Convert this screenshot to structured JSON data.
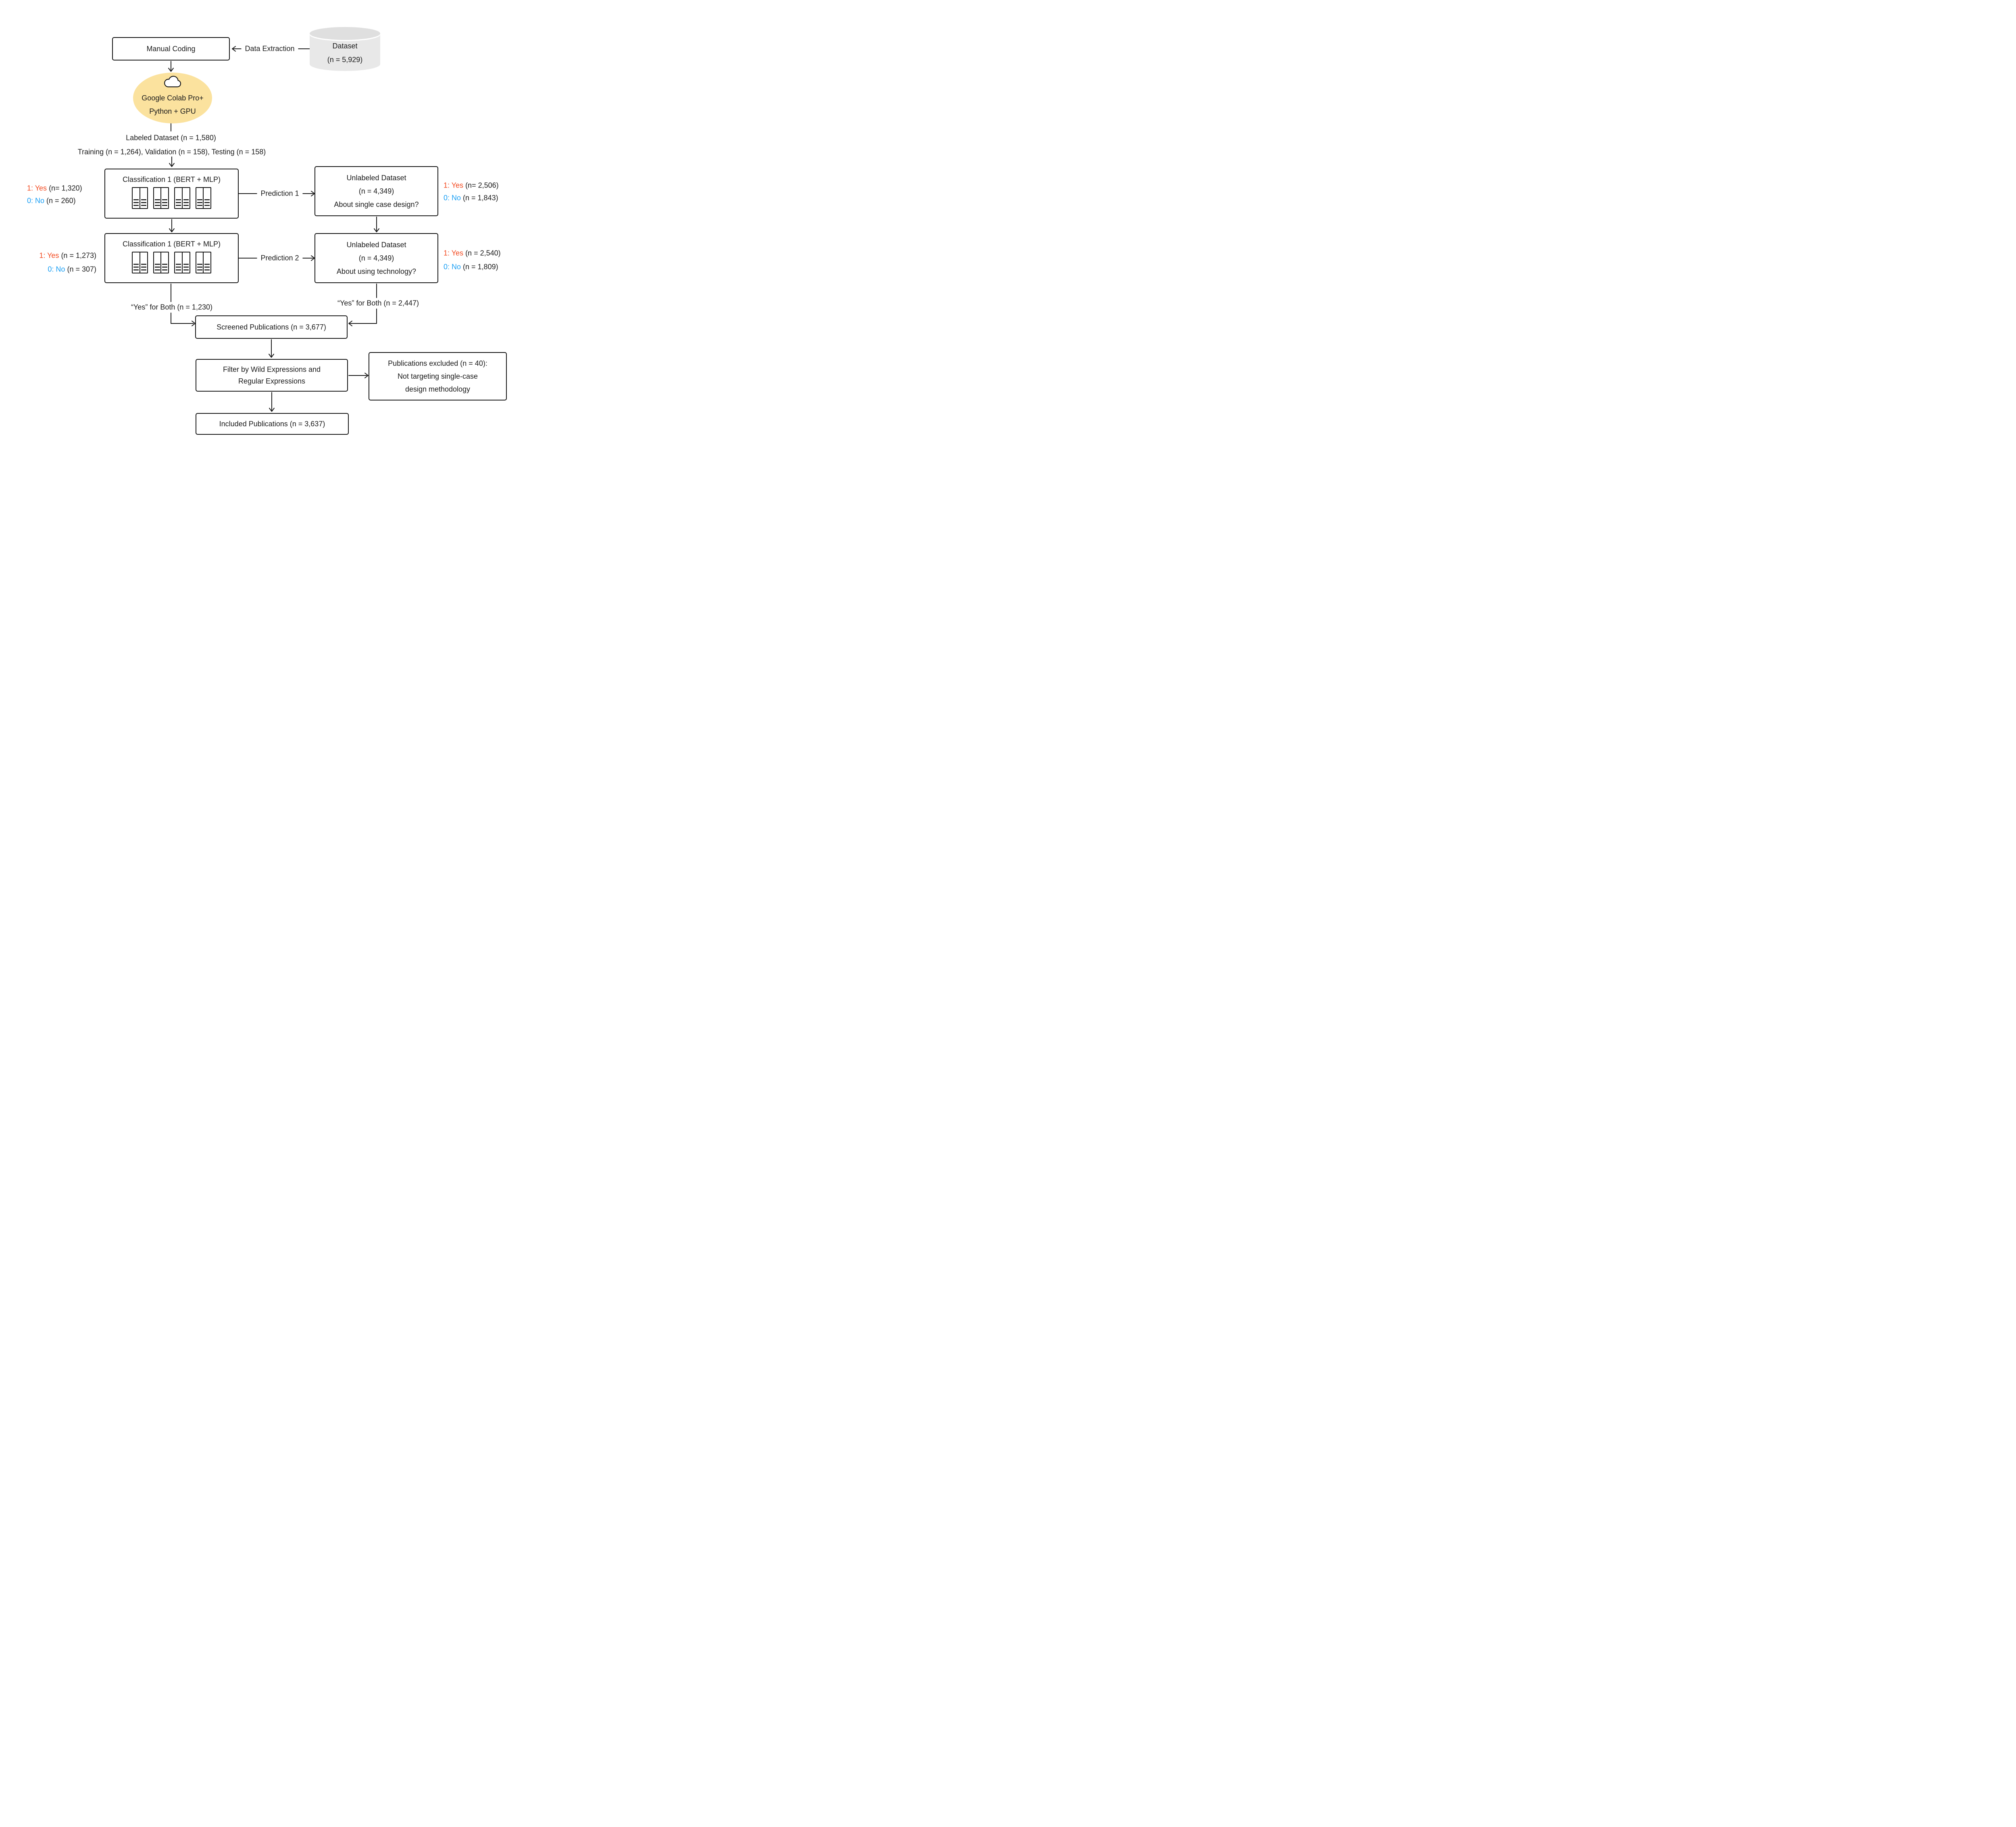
{
  "palette": {
    "red": "#F3491F",
    "blue": "#189EF4",
    "ellipse_fill": "#FBE29E",
    "cylinder_fill": "#E8E8E8",
    "cylinder_top_fill": "#DFDFDF",
    "line": "#1A1A1A"
  },
  "icons": {
    "cloud": "cloud-icon",
    "database": "database-cylinder-icon",
    "documents": "documents-icon"
  },
  "top": {
    "manual_coding": "Manual Coding",
    "data_extraction": "Data Extraction",
    "dataset_title": "Dataset",
    "dataset_count": "(n = 5,929)"
  },
  "colab": {
    "line1": "Google Colab Pro+",
    "line2": "Python + GPU"
  },
  "labeled": {
    "line1": "Labeled Dataset (n = 1,580)",
    "line2": "Training (n = 1,264), Validation (n = 158), Testing (n = 158)"
  },
  "row1": {
    "class_title": "Classification 1 (BERT + MLP)",
    "left_yes_code": "1: Yes",
    "left_yes_count": "(n= 1,320)",
    "left_no_code": "0: No",
    "left_no_count": "(n = 260)",
    "prediction": "Prediction 1",
    "unlabeled_line1": "Unlabeled Dataset",
    "unlabeled_line2": "(n = 4,349)",
    "unlabeled_line3": "About single case design?",
    "right_yes_code": "1: Yes",
    "right_yes_count": "(n= 2,506)",
    "right_no_code": "0: No",
    "right_no_count": "(n = 1,843)"
  },
  "row2": {
    "class_title": "Classification 1 (BERT + MLP)",
    "left_yes_code": "1: Yes",
    "left_yes_count": "(n = 1,273)",
    "left_no_code": "0: No",
    "left_no_count": "(n = 307)",
    "prediction": "Prediction 2",
    "unlabeled_line1": "Unlabeled Dataset",
    "unlabeled_line2": "(n = 4,349)",
    "unlabeled_line3": "About using technology?",
    "right_yes_code": "1: Yes",
    "right_yes_count": "(n = 2,540)",
    "right_no_code": "0: No",
    "right_no_count": "(n = 1,809)"
  },
  "merge": {
    "left_yes_both": "“Yes” for Both  (n = 1,230)",
    "right_yes_both": "“Yes” for Both  (n = 2,447)"
  },
  "bottom": {
    "screened": "Screened Publications (n = 3,677)",
    "filter_line1": "Filter by Wild Expressions and",
    "filter_line2": "Regular Expressions",
    "excluded_line1": "Publications excluded (n = 40):",
    "excluded_line2": "Not targeting single-case",
    "excluded_line3": "design methodology",
    "included": "Included Publications (n = 3,637)"
  }
}
